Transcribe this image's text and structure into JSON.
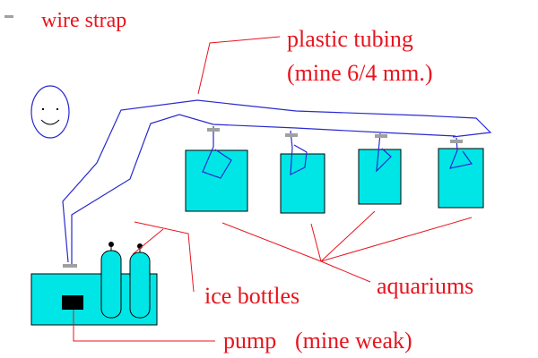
{
  "colors": {
    "label": "#e8141e",
    "tubing": "#2a2ad0",
    "water": "#00e6e6",
    "outline": "#000000",
    "strap": "#a0a0a0",
    "pump": "#000000"
  },
  "labels": {
    "wire_strap": "wire strap",
    "plastic_tubing_line1": "plastic tubing",
    "plastic_tubing_line2": "(mine 6/4 mm.)",
    "aquariums": "aquariums",
    "ice_bottles": "ice bottles",
    "pump": "pump",
    "pump_note": "(mine weak)"
  },
  "components": {
    "aquarium_count": 4,
    "ice_bottle_count": 2,
    "has_smiley": true
  }
}
